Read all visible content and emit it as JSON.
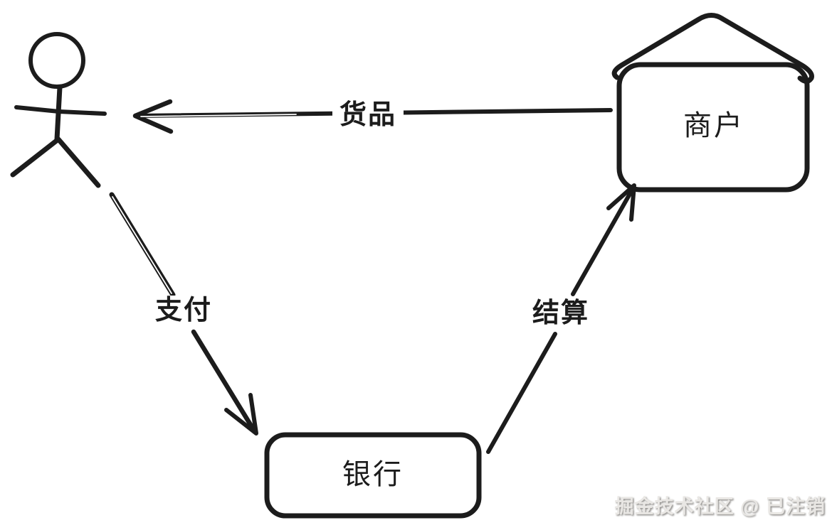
{
  "diagram": {
    "background": "#ffffff",
    "stroke_color": "#1c1c1c",
    "nodes": {
      "customer": {
        "shape": "stick-figure",
        "label": ""
      },
      "merchant": {
        "shape": "house",
        "label": "商户"
      },
      "bank": {
        "shape": "rounded-rectangle",
        "label": "银行"
      }
    },
    "edges": [
      {
        "label": "货品",
        "from": "merchant",
        "to": "customer"
      },
      {
        "label": "支付",
        "from": "customer",
        "to": "bank"
      },
      {
        "label": "结算",
        "from": "bank",
        "to": "merchant"
      }
    ],
    "watermark": "掘金技术社区 @ 已注销"
  }
}
